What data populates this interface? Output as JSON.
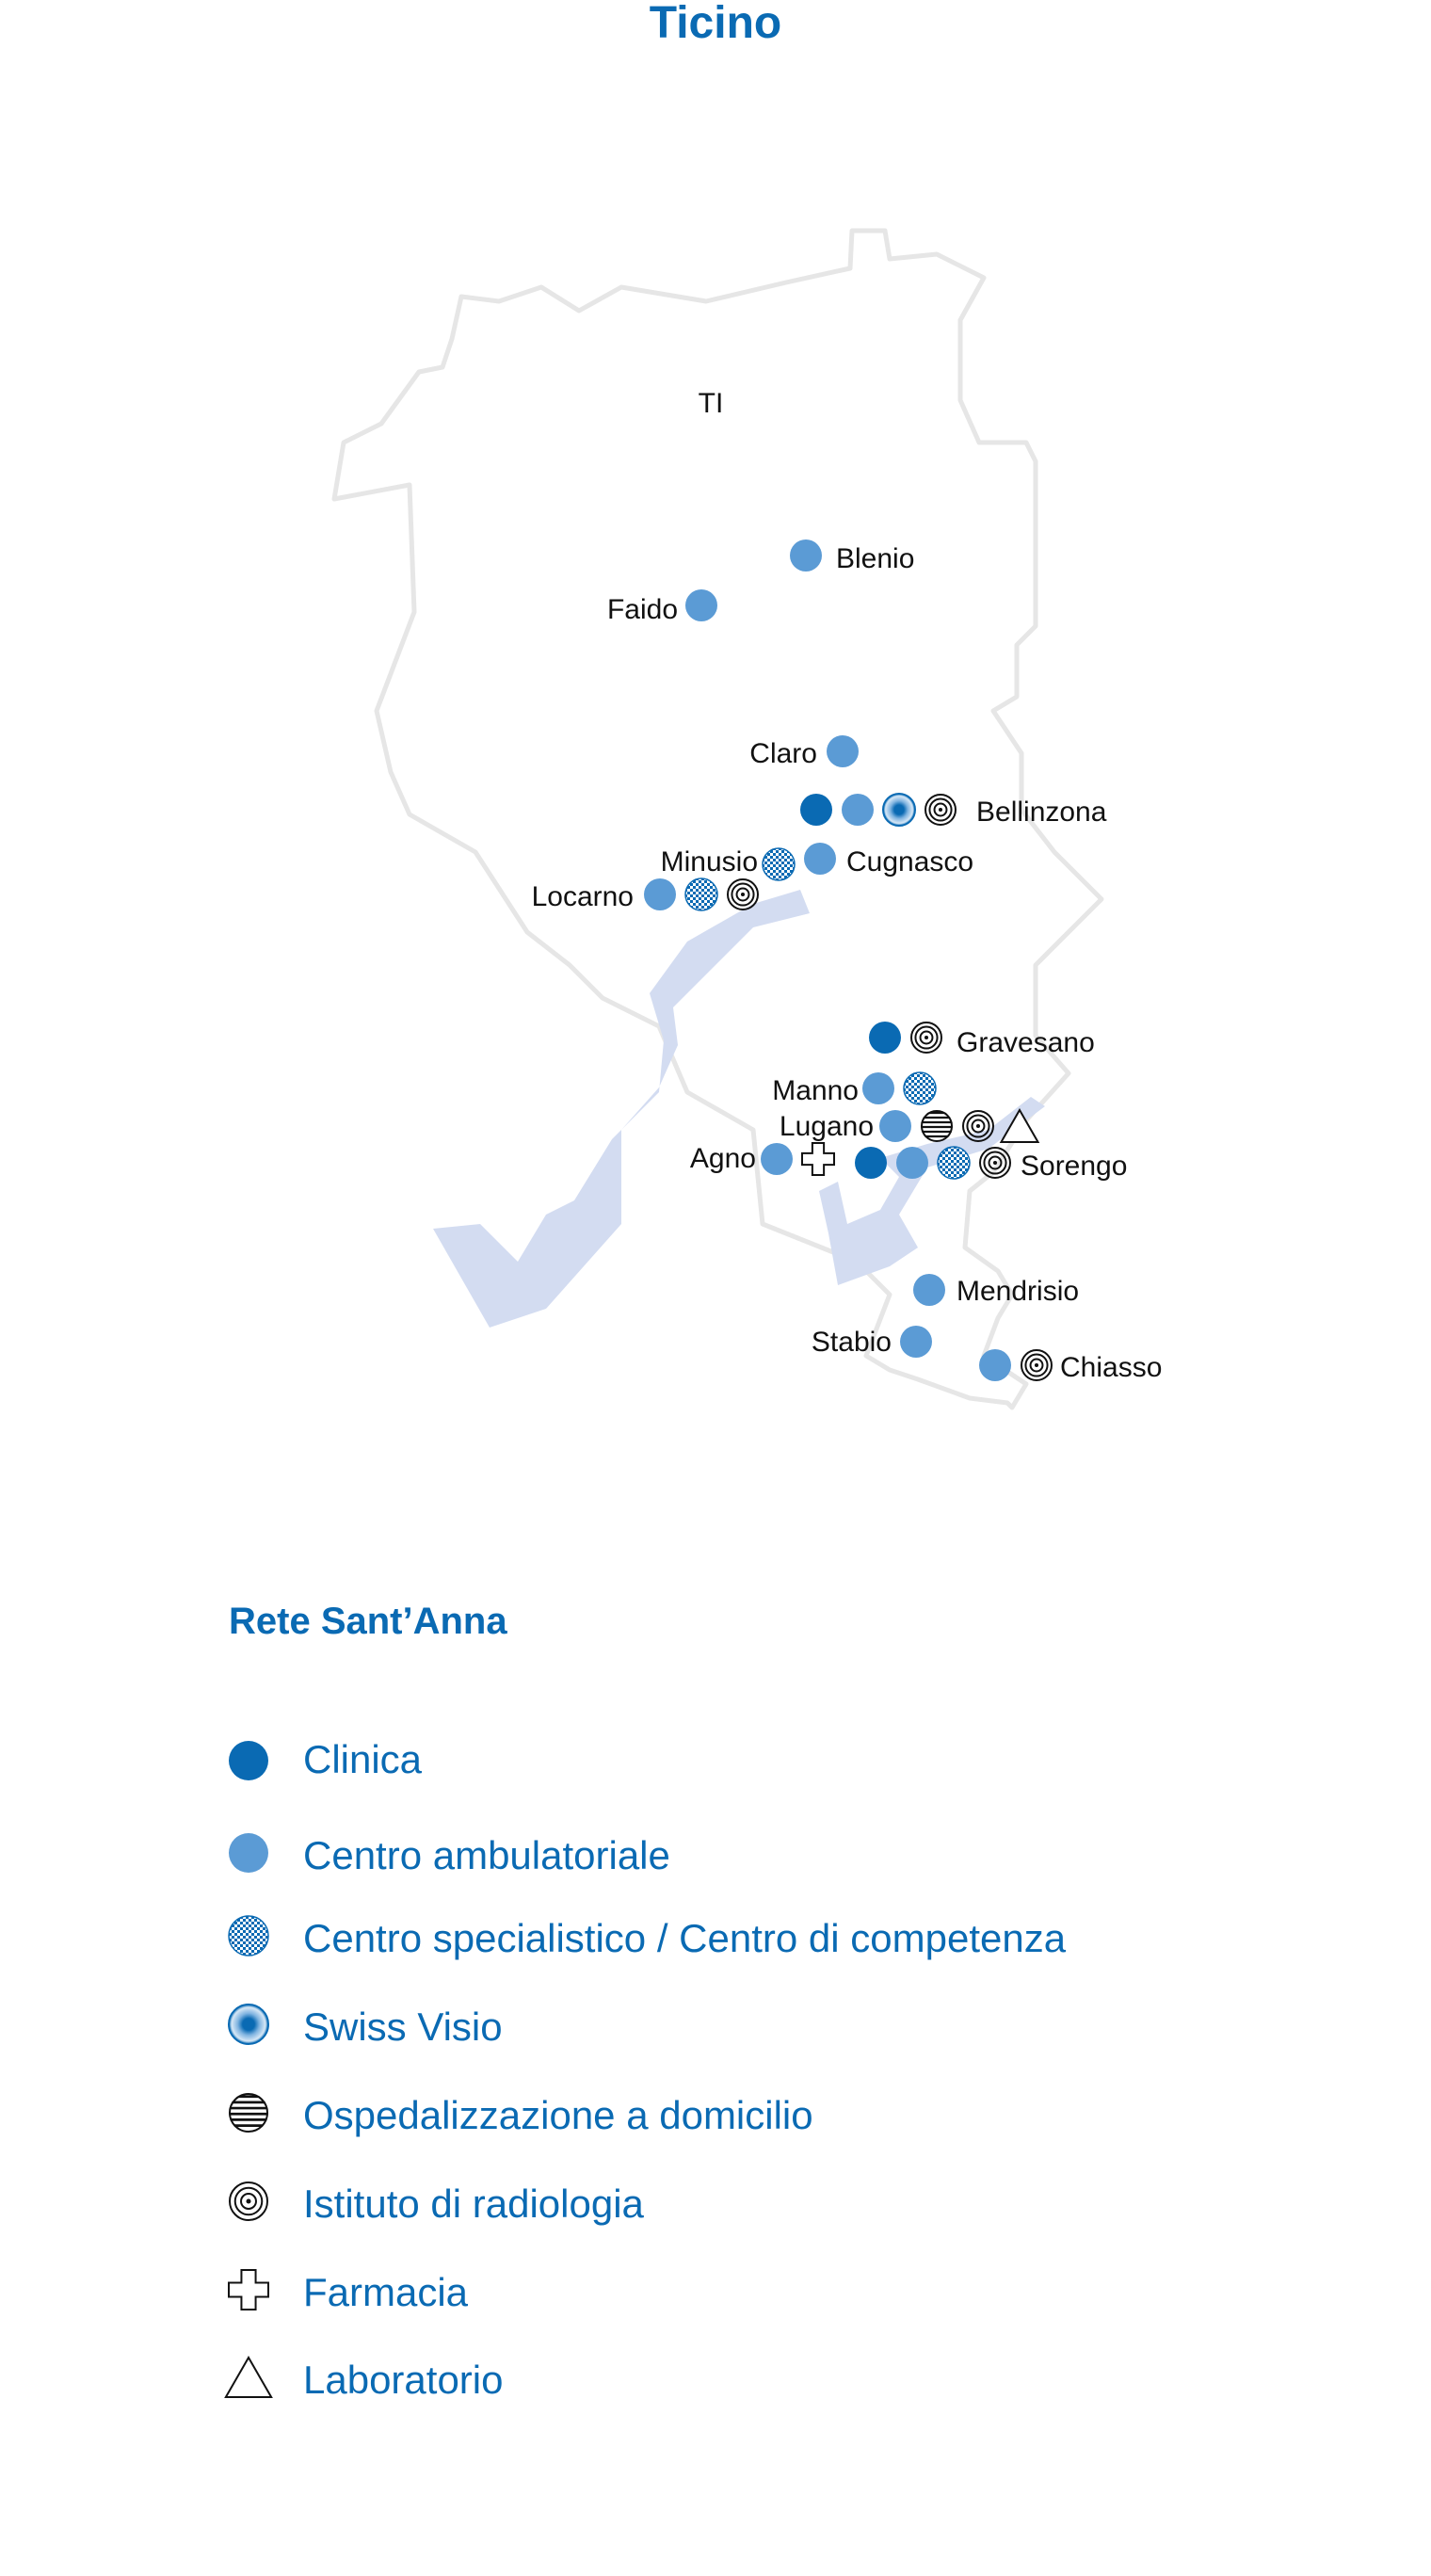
{
  "title": "Ticino",
  "region_label": "TI",
  "colors": {
    "brand": "#0a6ab3",
    "light_blue": "#5b9bd5",
    "lake": "#d3dcf1",
    "border": "#e6e6e6",
    "text": "#111111"
  },
  "places": [
    {
      "name": "Blenio",
      "services": [
        "centro_ambulatoriale"
      ]
    },
    {
      "name": "Faido",
      "services": [
        "centro_ambulatoriale"
      ]
    },
    {
      "name": "Claro",
      "services": [
        "centro_ambulatoriale"
      ]
    },
    {
      "name": "Bellinzona",
      "services": [
        "clinica",
        "centro_ambulatoriale",
        "swiss_visio",
        "istituto_radiologia"
      ]
    },
    {
      "name": "Minusio",
      "services": [
        "centro_specialistico"
      ]
    },
    {
      "name": "Cugnasco",
      "services": [
        "centro_ambulatoriale"
      ]
    },
    {
      "name": "Locarno",
      "services": [
        "centro_ambulatoriale",
        "centro_specialistico",
        "istituto_radiologia"
      ]
    },
    {
      "name": "Gravesano",
      "services": [
        "clinica",
        "istituto_radiologia"
      ]
    },
    {
      "name": "Manno",
      "services": [
        "centro_ambulatoriale",
        "centro_specialistico"
      ]
    },
    {
      "name": "Lugano",
      "services": [
        "centro_ambulatoriale",
        "ospedalizzazione",
        "istituto_radiologia",
        "laboratorio"
      ]
    },
    {
      "name": "Agno",
      "services": [
        "centro_ambulatoriale",
        "farmacia"
      ]
    },
    {
      "name": "Sorengo",
      "services": [
        "clinica",
        "centro_ambulatoriale",
        "centro_specialistico",
        "istituto_radiologia"
      ]
    },
    {
      "name": "Mendrisio",
      "services": [
        "centro_ambulatoriale"
      ]
    },
    {
      "name": "Stabio",
      "services": [
        "centro_ambulatoriale"
      ]
    },
    {
      "name": "Chiasso",
      "services": [
        "centro_ambulatoriale",
        "istituto_radiologia"
      ]
    }
  ],
  "legend": {
    "title": "Rete Sant’Anna",
    "items": [
      {
        "key": "clinica",
        "label": "Clinica",
        "icon": "filled-dark-circle-icon"
      },
      {
        "key": "centro_ambulatoriale",
        "label": "Centro ambulatoriale",
        "icon": "filled-light-circle-icon"
      },
      {
        "key": "centro_specialistico",
        "label": "Centro specialistico / Centro di competenza",
        "icon": "checkered-circle-icon"
      },
      {
        "key": "swiss_visio",
        "label": "Swiss Visio",
        "icon": "radial-circle-icon"
      },
      {
        "key": "ospedalizzazione",
        "label": "Ospedalizzazione a domicilio",
        "icon": "striped-circle-icon"
      },
      {
        "key": "istituto_radiologia",
        "label": "Istituto di radiologia",
        "icon": "concentric-circles-icon"
      },
      {
        "key": "farmacia",
        "label": "Farmacia",
        "icon": "cross-icon"
      },
      {
        "key": "laboratorio",
        "label": "Laboratorio",
        "icon": "triangle-icon"
      }
    ]
  }
}
